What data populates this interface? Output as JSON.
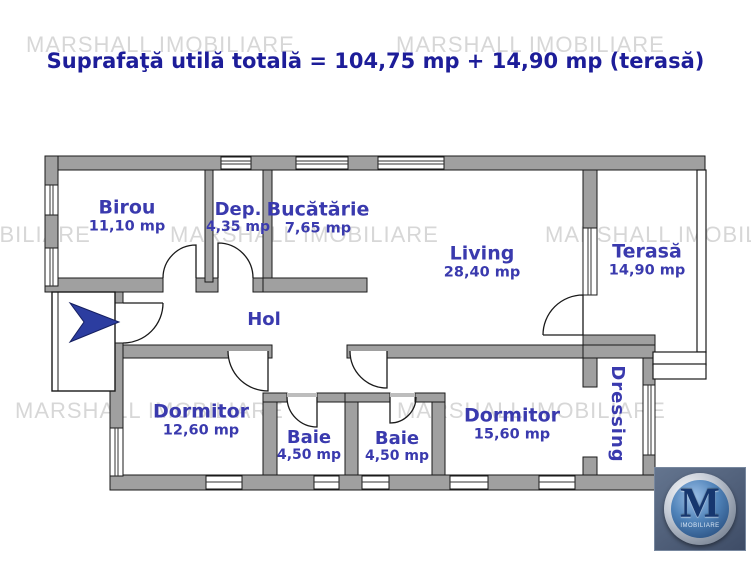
{
  "title": "Suprafaţă utilă totală = 104,75 mp + 14,90 mp (terasă)",
  "watermark": "MARSHALL IMOBILIARE",
  "rooms": {
    "birou": {
      "name": "Birou",
      "area": "11,10 mp"
    },
    "dep": {
      "name": "Dep.",
      "area": "4,35 mp"
    },
    "bucatarie": {
      "name": "Bucătărie",
      "area": "7,65 mp"
    },
    "living": {
      "name": "Living",
      "area": "28,40 mp"
    },
    "terasa": {
      "name": "Terasă",
      "area": "14,90 mp"
    },
    "hol": {
      "name": "Hol"
    },
    "dormitor1": {
      "name": "Dormitor",
      "area": "12,60 mp"
    },
    "baie1": {
      "name": "Baie",
      "area": "4,50 mp"
    },
    "baie2": {
      "name": "Baie",
      "area": "4,50 mp"
    },
    "dormitor2": {
      "name": "Dormitor",
      "area": "15,60 mp"
    },
    "dressing": {
      "name": "Dressing"
    }
  },
  "logo": {
    "letter": "M",
    "subtext": "IMOBILIARE"
  },
  "colors": {
    "wall": "#a0a0a0",
    "outline": "#1a1a1a",
    "room_label": "#3a3aae",
    "title_text": "#1d1d99",
    "watermark": "#d7d7d7",
    "arrow": "#2c3da0",
    "logo_square": "#4d5d78"
  }
}
